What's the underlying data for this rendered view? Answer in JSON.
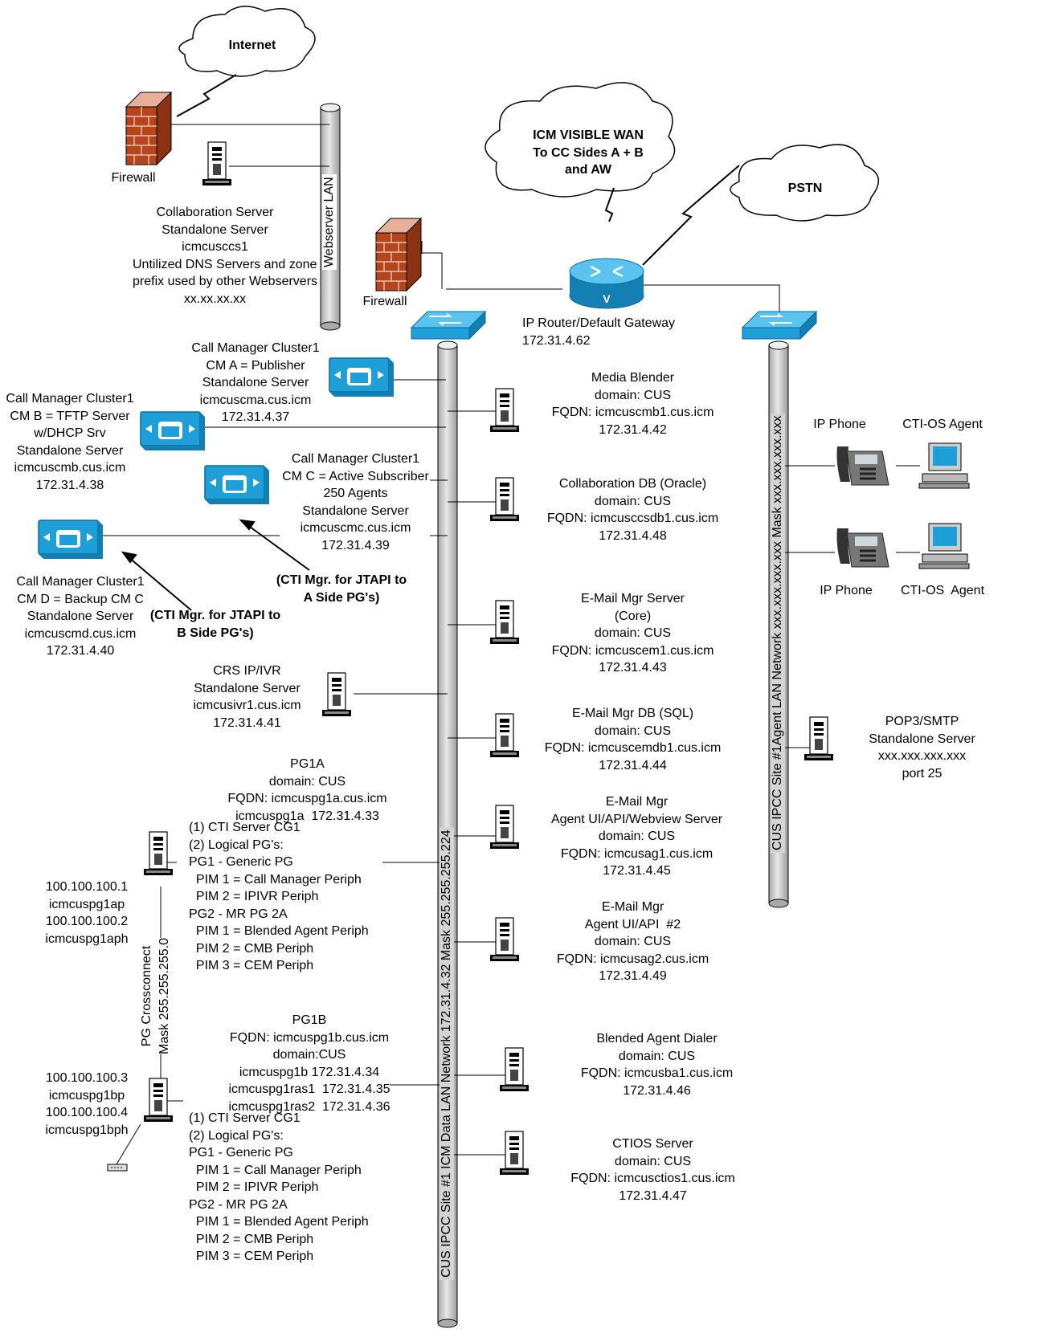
{
  "clouds": {
    "internet": "Internet",
    "wan": [
      "ICM VISIBLE WAN",
      "To CC Sides A + B",
      "and AW"
    ],
    "pstn": "PSTN"
  },
  "networks": {
    "webserver_lan": "Webserver LAN",
    "icm_data_lan": "CUS IPCC Site #1 ICM Data LAN Network 172.31.4.32 Mask 255.255.255.224",
    "agent_lan": "CUS IPCC Site #1Agent LAN Network xxx.xxx.xxx.xxx Mask xxx.xxx.xxx.xxx",
    "pg_crossconnect": [
      "PG Crossconnect",
      "Mask 255.255.255.0"
    ]
  },
  "firewalls": {
    "top": "Firewall",
    "middle": "Firewall"
  },
  "router": [
    "IP Router/Default Gateway",
    "172.31.4.62"
  ],
  "collab_server": [
    "Collaboration Server",
    "Standalone Server",
    "icmcusccs1",
    "Untilized DNS Servers and zone",
    "prefix used by other Webservers",
    "xx.xx.xx.xx"
  ],
  "cm_a": [
    "Call Manager Cluster1",
    "CM A = Publisher",
    "Standalone Server",
    "icmcuscma.cus.icm",
    "172.31.4.37"
  ],
  "cm_b": [
    "Call Manager Cluster1",
    "CM B = TFTP Server",
    "w/DHCP Srv",
    "Standalone Server",
    "icmcuscmb.cus.icm",
    "172.31.4.38"
  ],
  "cm_c": [
    "Call Manager Cluster1",
    "CM C = Active Subscriber",
    "250 Agents",
    "Standalone Server",
    "icmcuscmc.cus.icm",
    "172.31.4.39"
  ],
  "cm_d": [
    "Call Manager Cluster1",
    "CM D = Backup CM C",
    "Standalone Server",
    "icmcuscmd.cus.icm",
    "172.31.4.40"
  ],
  "cti_a": [
    "(CTI Mgr. for JTAPI to",
    "A Side PG's)"
  ],
  "cti_b": [
    "(CTI Mgr. for JTAPI to",
    "B Side PG's)"
  ],
  "crs": [
    "CRS IP/IVR",
    "Standalone Server",
    "icmcusivr1.cus.icm",
    "172.31.4.41"
  ],
  "pg1a_head": [
    "PG1A",
    "domain: CUS",
    "FQDN: icmcuspg1a.cus.icm",
    "icmcuspg1a  172.31.4.33"
  ],
  "pg1a_body": [
    "(1) CTI Server CG1",
    "(2) Logical PG's:",
    "PG1 - Generic PG",
    "  PIM 1 = Call Manager Periph",
    "  PIM 2 = IPIVR Periph",
    "PG2 - MR PG 2A",
    "  PIM 1 = Blended Agent Periph",
    "  PIM 2 = CMB Periph",
    "  PIM 3 = CEM Periph"
  ],
  "pg1a_addr": [
    "100.100.100.1",
    "icmcuspg1ap",
    "100.100.100.2",
    "icmcuspg1aph"
  ],
  "pg1b_head": [
    "PG1B",
    "FQDN: icmcuspg1b.cus.icm",
    "domain:CUS",
    "icmcuspg1b 172.31.4.34",
    "icmcuspg1ras1  172.31.4.35",
    "icmcuspg1ras2  172.31.4.36"
  ],
  "pg1b_body": [
    "(1) CTI Server CG1",
    "(2) Logical PG's:",
    "PG1 - Generic PG",
    "  PIM 1 = Call Manager Periph",
    "  PIM 2 = IPIVR Periph",
    "PG2 - MR PG 2A",
    "  PIM 1 = Blended Agent Periph",
    "  PIM 2 = CMB Periph",
    "  PIM 3 = CEM Periph"
  ],
  "pg1b_addr": [
    "100.100.100.3",
    "icmcuspg1bp",
    "100.100.100.4",
    "icmcuspg1bph"
  ],
  "media_blender": [
    "Media Blender",
    "domain: CUS",
    "FQDN: icmcuscmb1.cus.icm",
    "172.31.4.42"
  ],
  "collab_db": [
    "Collaboration DB (Oracle)",
    "domain: CUS",
    "FQDN: icmcusccsdb1.cus.icm",
    "172.31.4.48"
  ],
  "email_mgr": [
    "E-Mail Mgr Server",
    "(Core)",
    "domain: CUS",
    "FQDN: icmcuscem1.cus.icm",
    "172.31.4.43"
  ],
  "email_db": [
    "E-Mail Mgr DB (SQL)",
    "domain: CUS",
    "FQDN: icmcuscemdb1.cus.icm",
    "172.31.4.44"
  ],
  "email_ui1": [
    "E-Mail Mgr",
    "Agent UI/API/Webview Server",
    "domain: CUS",
    "FQDN: icmcusag1.cus.icm",
    "172.31.4.45"
  ],
  "email_ui2": [
    "E-Mail Mgr",
    "Agent UI/API  #2",
    "domain: CUS",
    "FQDN: icmcusag2.cus.icm",
    "172.31.4.49"
  ],
  "dialer": [
    "Blended Agent Dialer",
    "domain: CUS",
    "FQDN: icmcusba1.cus.icm",
    "172.31.4.46"
  ],
  "ctios": [
    "CTIOS Server",
    "domain: CUS",
    "FQDN: icmcusctios1.cus.icm",
    "172.31.4.47"
  ],
  "ip_phone_1": "IP Phone",
  "cti_agent_1": "CTI-OS Agent",
  "ip_phone_2": "IP Phone",
  "cti_agent_2": "CTI-OS  Agent",
  "pop3": [
    "POP3/SMTP",
    "Standalone Server",
    "xxx.xxx.xxx.xxx",
    "port 25"
  ],
  "colors": {
    "cisco_blue": "#1f9fd8",
    "firewall_brick": "#b5451b",
    "lan_pipe": "#d4d4d4"
  }
}
